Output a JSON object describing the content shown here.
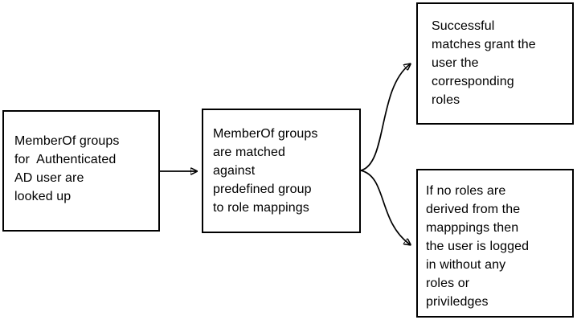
{
  "diagram": {
    "type": "flowchart",
    "background": "#ffffff",
    "line_color": "#000000",
    "text_color": "#000000",
    "nodes": {
      "lookup": {
        "text": "MemberOf groups\nfor  Authenticated\nAD user are\nlooked up"
      },
      "match": {
        "text": "MemberOf groups\nare matched\nagainst\npredefined group\nto role mappings"
      },
      "success": {
        "text": "Successful\nmatches grant the\nuser the\ncorresponding\nroles"
      },
      "noroles": {
        "text": "If no roles are\nderived from the\nmapppings then\nthe user is logged\nin without any\nroles or\npriviledges"
      }
    },
    "edges": [
      {
        "from": "lookup",
        "to": "match",
        "style": "straight-arrow"
      },
      {
        "from": "match",
        "to": "success",
        "style": "curved-arrow"
      },
      {
        "from": "match",
        "to": "noroles",
        "style": "curved-arrow"
      }
    ]
  }
}
